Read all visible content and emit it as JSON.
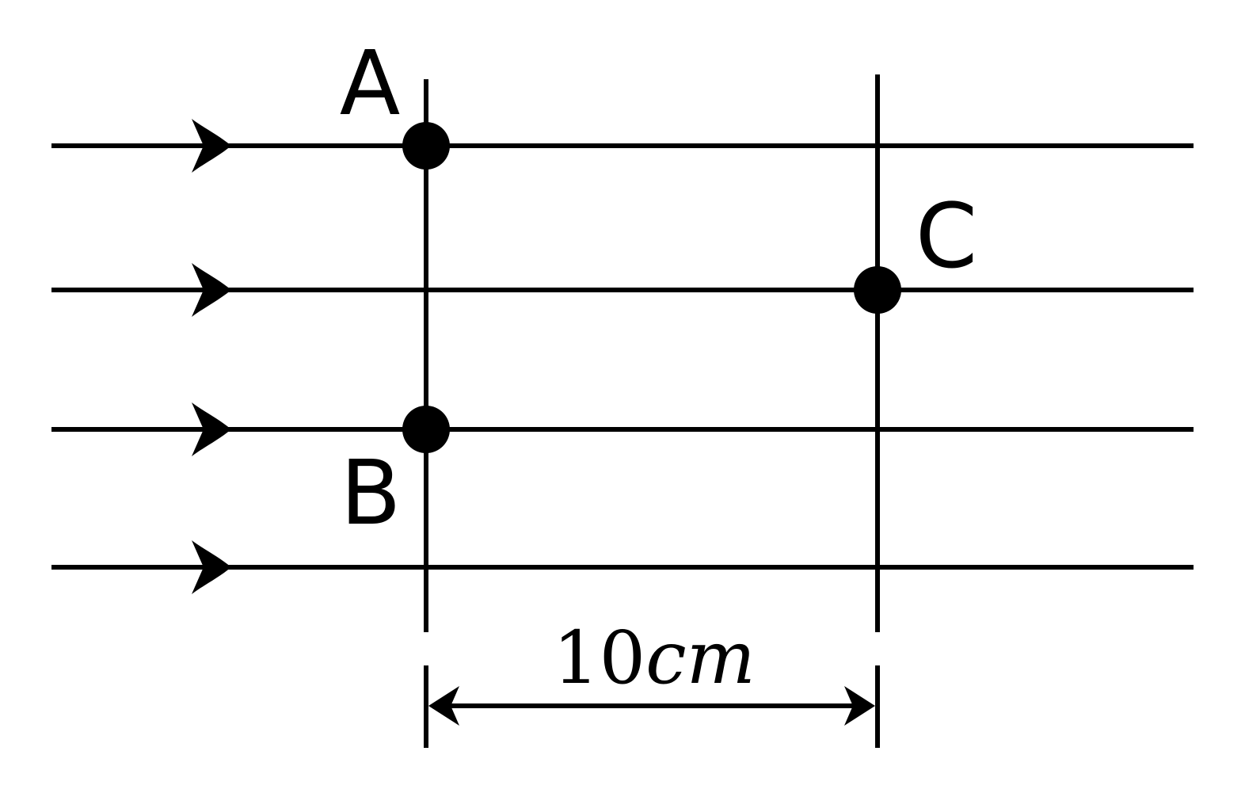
{
  "diagram": {
    "points": [
      {
        "id": "A",
        "label": "A"
      },
      {
        "id": "B",
        "label": "B"
      },
      {
        "id": "C",
        "label": "C"
      }
    ],
    "dimension": {
      "value": "10",
      "unit": "cm"
    },
    "field_line_count": 4,
    "colors": {
      "line": "#000000",
      "background": "#ffffff"
    }
  }
}
